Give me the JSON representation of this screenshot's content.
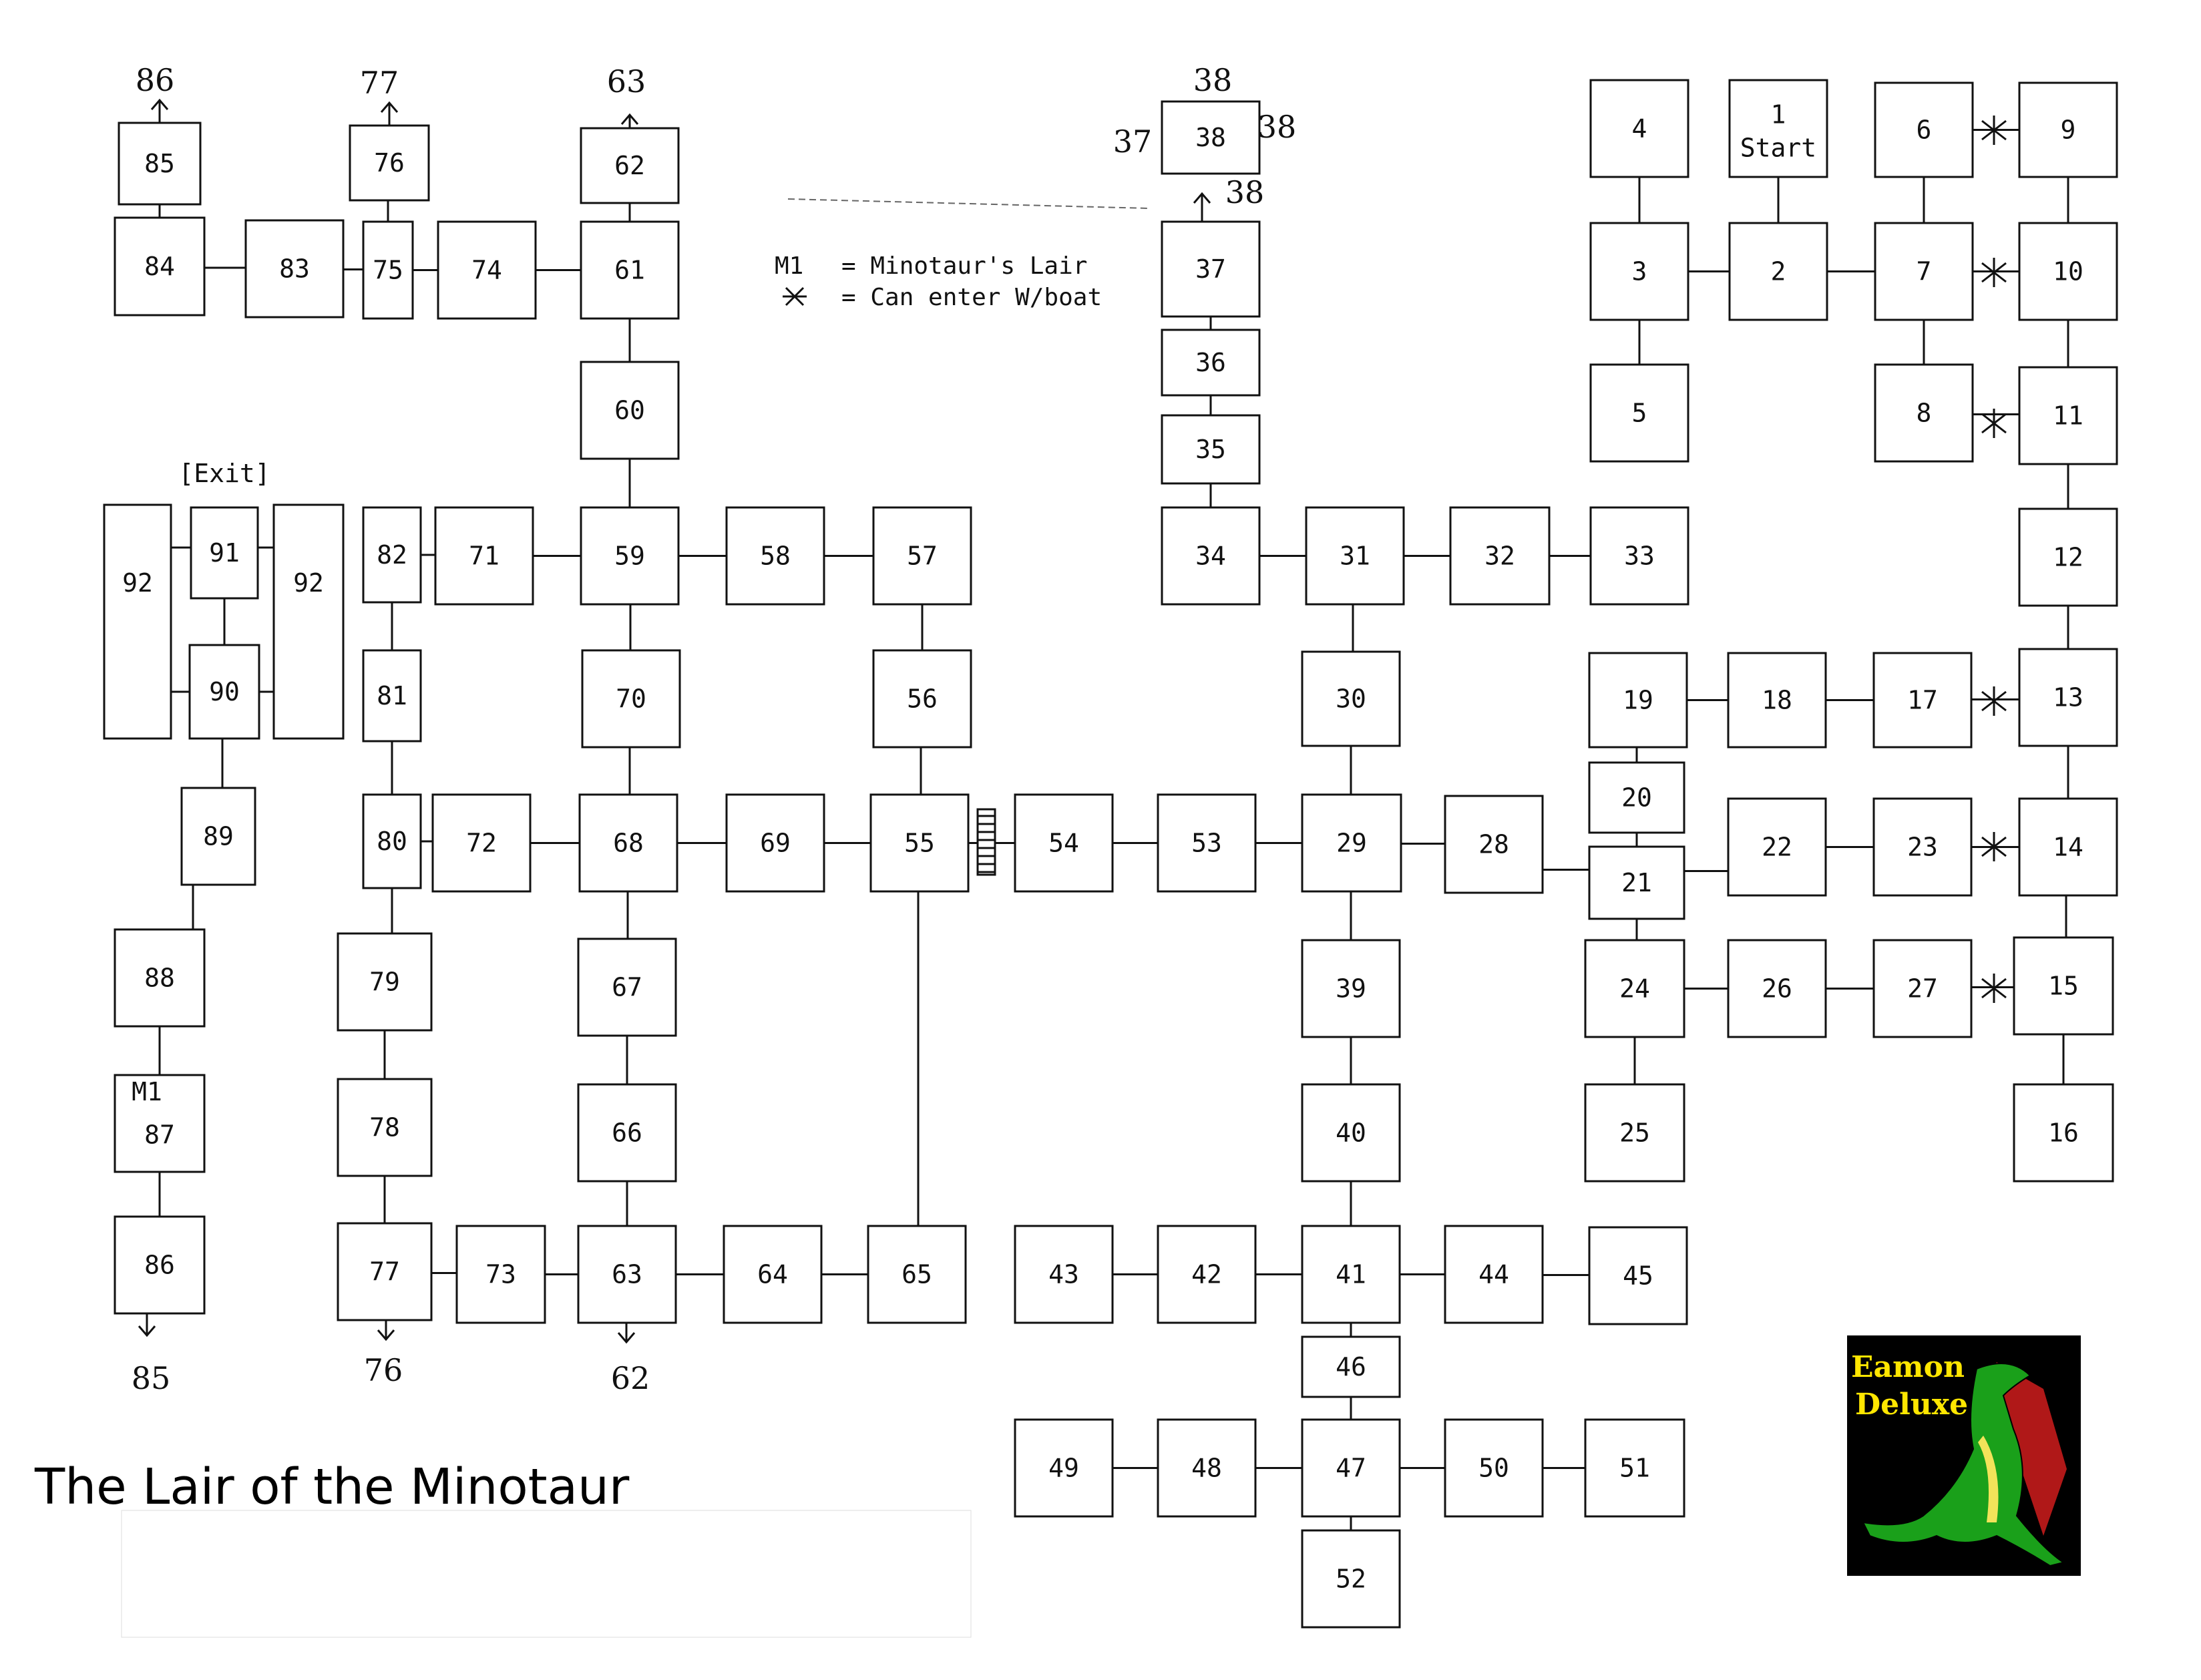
{
  "title": "The Lair of the Minotaur",
  "legend": {
    "m1": "M1",
    "m1_text": "= Minotaur's Lair",
    "boat_text": "= Can enter W/boat"
  },
  "exit_label": "[Exit]",
  "start_label": "Start",
  "m1_marker": "M1",
  "logo": {
    "line1": "Eamon",
    "line2": "Deluxe"
  },
  "colors": {
    "ink": "#111111",
    "logo_bg": "#000000",
    "logo_text": "#ffe600",
    "dragon": "#1aa01a",
    "wing": "#b01818"
  },
  "rooms": [
    "1",
    "2",
    "3",
    "4",
    "5",
    "6",
    "7",
    "8",
    "9",
    "10",
    "11",
    "12",
    "13",
    "14",
    "15",
    "16",
    "17",
    "18",
    "19",
    "20",
    "21",
    "22",
    "23",
    "24",
    "25",
    "26",
    "27",
    "28",
    "29",
    "30",
    "31",
    "32",
    "33",
    "34",
    "35",
    "36",
    "37",
    "38",
    "39",
    "40",
    "41",
    "42",
    "43",
    "44",
    "45",
    "46",
    "47",
    "48",
    "49",
    "50",
    "51",
    "52",
    "53",
    "54",
    "55",
    "56",
    "57",
    "58",
    "59",
    "60",
    "61",
    "62",
    "63",
    "64",
    "65",
    "66",
    "67",
    "68",
    "69",
    "70",
    "71",
    "72",
    "73",
    "74",
    "75",
    "76",
    "77",
    "78",
    "79",
    "80",
    "81",
    "82",
    "83",
    "84",
    "85",
    "86",
    "87",
    "88",
    "89",
    "90",
    "91",
    "92",
    "92"
  ],
  "exits": {
    "r85_up": "86",
    "r76_up": "77",
    "r62_up": "63",
    "r38_top": "38",
    "r38_left": "37",
    "r38_right": "38",
    "r38_bottom": "38",
    "r86_down": "85",
    "r77_down": "76",
    "r63_down": "62"
  },
  "connections": [
    [
      "84",
      "85"
    ],
    [
      "84",
      "83"
    ],
    [
      "83",
      "75"
    ],
    [
      "75",
      "76"
    ],
    [
      "75",
      "74"
    ],
    [
      "74",
      "61"
    ],
    [
      "61",
      "62"
    ],
    [
      "61",
      "60"
    ],
    [
      "60",
      "59"
    ],
    [
      "82",
      "71"
    ],
    [
      "71",
      "59"
    ],
    [
      "59",
      "58"
    ],
    [
      "58",
      "57"
    ],
    [
      "57",
      "56"
    ],
    [
      "59",
      "70"
    ],
    [
      "70",
      "68"
    ],
    [
      "56",
      "55"
    ],
    [
      "82",
      "81"
    ],
    [
      "81",
      "80"
    ],
    [
      "80",
      "72"
    ],
    [
      "72",
      "68"
    ],
    [
      "68",
      "69"
    ],
    [
      "69",
      "55"
    ],
    [
      "55",
      "54"
    ],
    [
      "54",
      "53"
    ],
    [
      "53",
      "29"
    ],
    [
      "29",
      "28"
    ],
    [
      "80",
      "79"
    ],
    [
      "79",
      "78"
    ],
    [
      "78",
      "77"
    ],
    [
      "77",
      "73"
    ],
    [
      "73",
      "63"
    ],
    [
      "63",
      "64"
    ],
    [
      "64",
      "65"
    ],
    [
      "55",
      "65"
    ],
    [
      "68",
      "67"
    ],
    [
      "67",
      "66"
    ],
    [
      "66",
      "63"
    ],
    [
      "91",
      "90"
    ],
    [
      "90",
      "89"
    ],
    [
      "89",
      "88"
    ],
    [
      "88",
      "87"
    ],
    [
      "87",
      "86"
    ],
    [
      "37",
      "36"
    ],
    [
      "36",
      "35"
    ],
    [
      "35",
      "34"
    ],
    [
      "34",
      "31"
    ],
    [
      "31",
      "32"
    ],
    [
      "32",
      "33"
    ],
    [
      "31",
      "30"
    ],
    [
      "30",
      "29"
    ],
    [
      "29",
      "39"
    ],
    [
      "39",
      "40"
    ],
    [
      "40",
      "41"
    ],
    [
      "41",
      "42"
    ],
    [
      "42",
      "43"
    ],
    [
      "41",
      "44"
    ],
    [
      "44",
      "45"
    ],
    [
      "41",
      "46"
    ],
    [
      "46",
      "47"
    ],
    [
      "47",
      "48"
    ],
    [
      "48",
      "49"
    ],
    [
      "47",
      "50"
    ],
    [
      "50",
      "51"
    ],
    [
      "47",
      "52"
    ],
    [
      "4",
      "3"
    ],
    [
      "3",
      "2"
    ],
    [
      "2",
      "1"
    ],
    [
      "3",
      "5"
    ],
    [
      "2",
      "7"
    ],
    [
      "6",
      "7"
    ],
    [
      "7",
      "8"
    ],
    [
      "6",
      "9"
    ],
    [
      "9",
      "10"
    ],
    [
      "7",
      "10"
    ],
    [
      "10",
      "11"
    ],
    [
      "8",
      "11"
    ],
    [
      "11",
      "12"
    ],
    [
      "12",
      "13"
    ],
    [
      "13",
      "17"
    ],
    [
      "17",
      "18"
    ],
    [
      "18",
      "19"
    ],
    [
      "19",
      "20"
    ],
    [
      "20",
      "21"
    ],
    [
      "28",
      "21"
    ],
    [
      "21",
      "22"
    ],
    [
      "22",
      "23"
    ],
    [
      "23",
      "14"
    ],
    [
      "13",
      "14"
    ],
    [
      "14",
      "15"
    ],
    [
      "21",
      "24"
    ],
    [
      "24",
      "25"
    ],
    [
      "24",
      "26"
    ],
    [
      "26",
      "27"
    ],
    [
      "27",
      "15"
    ],
    [
      "15",
      "16"
    ]
  ],
  "boat_crossings": [
    "6-9",
    "7-10",
    "8-11",
    "17-13",
    "23-14",
    "27-15"
  ]
}
